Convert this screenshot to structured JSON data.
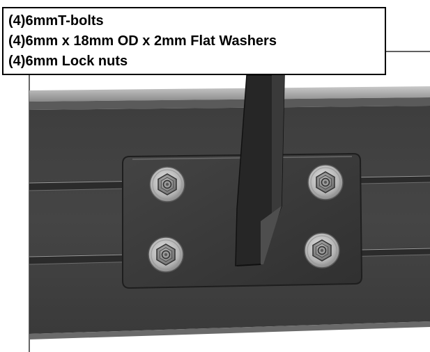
{
  "callout": {
    "lines": [
      "(4)6mmT-bolts",
      "(4)6mm x 18mm OD x 2mm Flat Washers",
      "(4)6mm Lock nuts"
    ]
  },
  "colors": {
    "background": "#ffffff",
    "extrusion_dark": "#3b3b3b",
    "extrusion_mid": "#4a4a4a",
    "plate": "#3a3a3a",
    "post": "#262626",
    "washer": "#b9b9b9",
    "nut": "#8f8f8f",
    "text": "#000000"
  },
  "icons": [
    "bolt-washer-nut-icon"
  ]
}
